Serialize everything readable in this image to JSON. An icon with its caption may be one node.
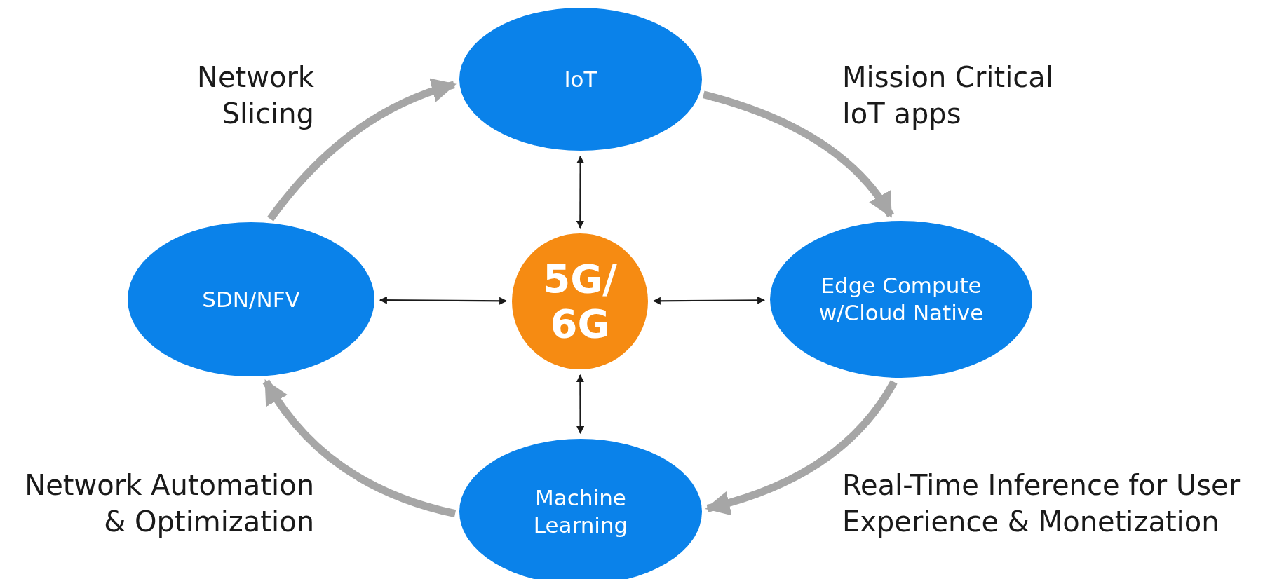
{
  "diagram": {
    "nodes": [
      {
        "text": [
          "IoT"
        ]
      },
      {
        "text": [
          "SDN/NFV"
        ]
      },
      {
        "text": [
          "5G/ 6G"
        ]
      },
      {
        "text": [
          "Edge Compute w/Cloud Native"
        ]
      },
      {
        "text": [
          "Machine Learning"
        ]
      }
    ],
    "edges": [
      {
        "from": 1,
        "to": 0,
        "arrow": "to",
        "label": "Network Slicing",
        "style": "thick",
        "color": "#a6a6a6"
      },
      {
        "from": 0,
        "to": 3,
        "arrow": "to",
        "label": "Mission Critical IoT apps",
        "style": "thick",
        "color": "#a6a6a6"
      },
      {
        "from": 3,
        "to": 4,
        "arrow": "to",
        "label": "Real-Time Inference for User Experience & Monetization",
        "style": "thick",
        "color": "#a6a6a6"
      },
      {
        "from": 4,
        "to": 1,
        "arrow": "to",
        "label": "Network Automation & Optimization",
        "style": "thick",
        "color": "#a6a6a6"
      },
      {
        "from": 2,
        "to": 0,
        "arrow": "both",
        "color": "#1a1a1a"
      },
      {
        "from": 2,
        "to": 1,
        "arrow": "both",
        "color": "#1a1a1a"
      },
      {
        "from": 2,
        "to": 3,
        "arrow": "both",
        "color": "#1a1a1a"
      },
      {
        "from": 2,
        "to": 4,
        "arrow": "both",
        "color": "#1a1a1a"
      }
    ]
  }
}
